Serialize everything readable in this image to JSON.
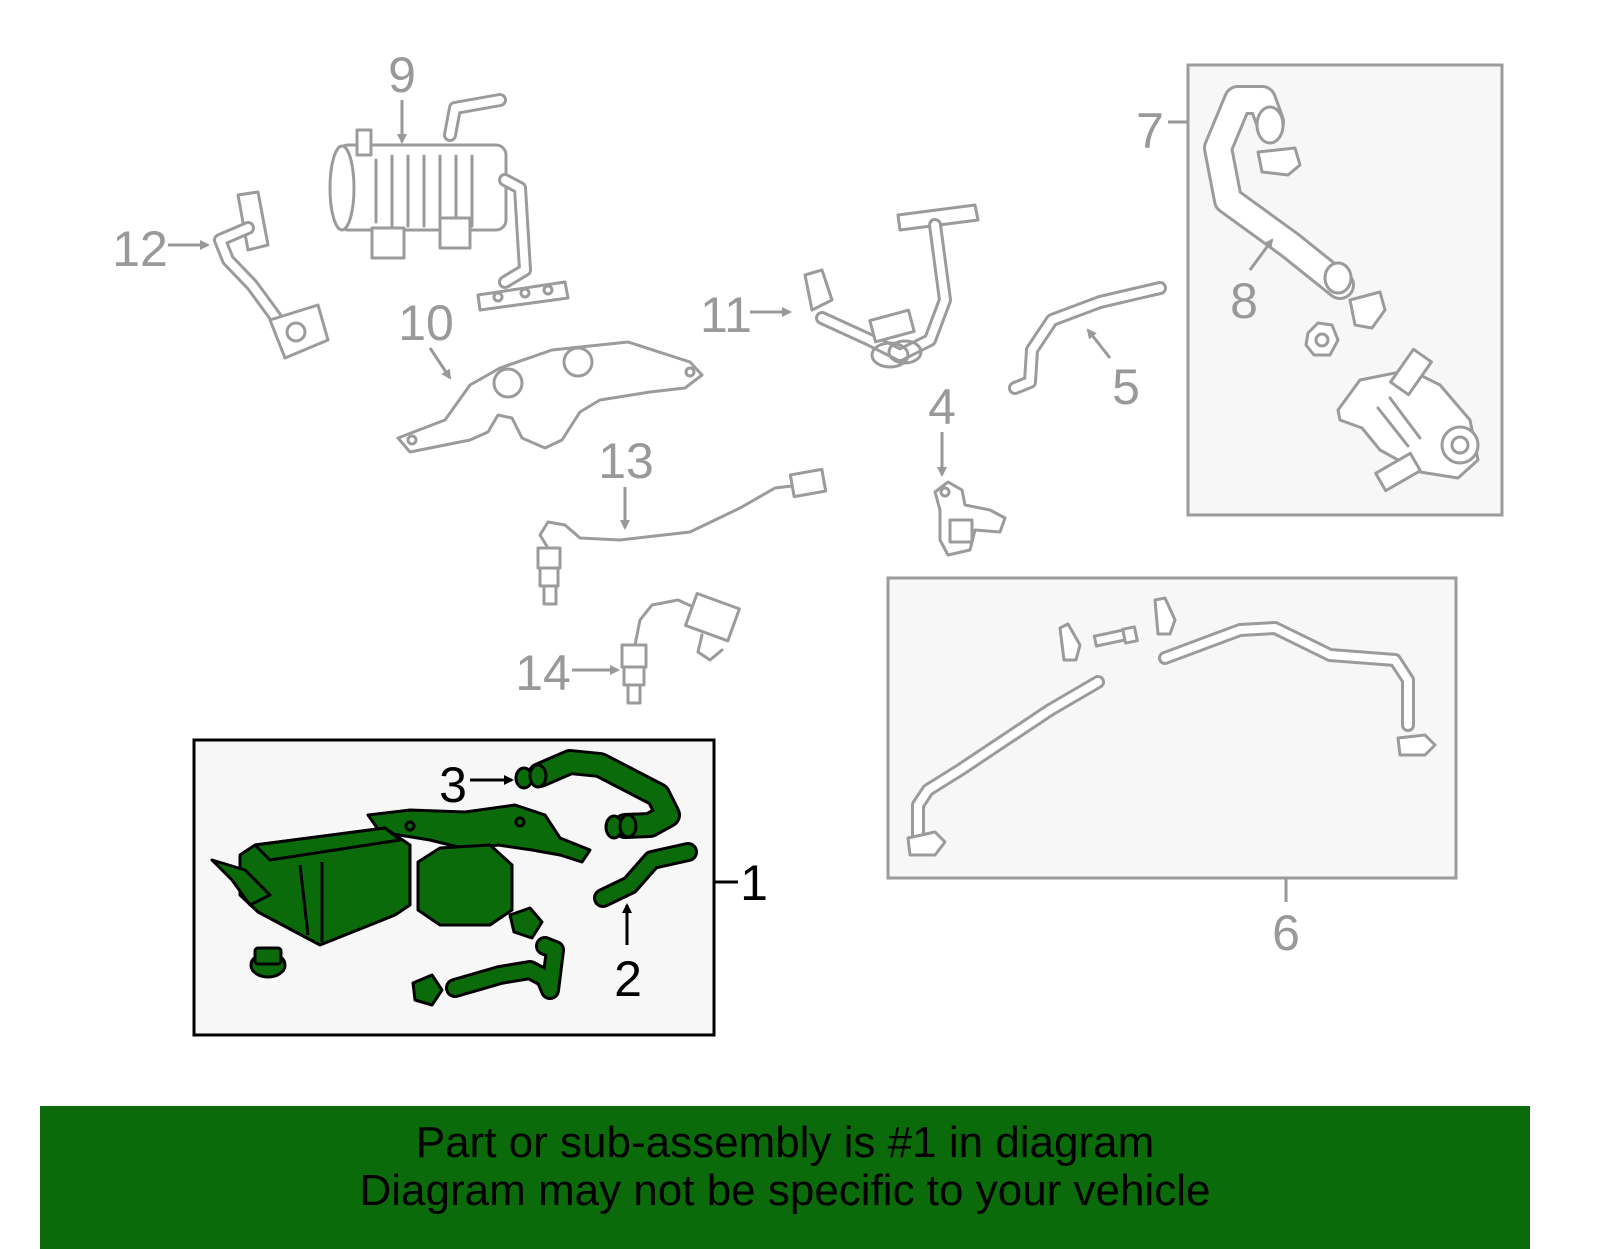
{
  "callouts": {
    "n1": "1",
    "n2": "2",
    "n3": "3",
    "n4": "4",
    "n5": "5",
    "n6": "6",
    "n7": "7",
    "n8": "8",
    "n9": "9",
    "n10": "10",
    "n11": "11",
    "n12": "12",
    "n13": "13",
    "n14": "14"
  },
  "footer": {
    "line1": "Part or sub-assembly is #1 in diagram",
    "line2": "Diagram may not be specific to your vehicle"
  },
  "colors": {
    "highlight_green": "#0b6b0b",
    "ghost_gray": "#9b9b9b",
    "panel_fill": "#f7f7f7"
  }
}
